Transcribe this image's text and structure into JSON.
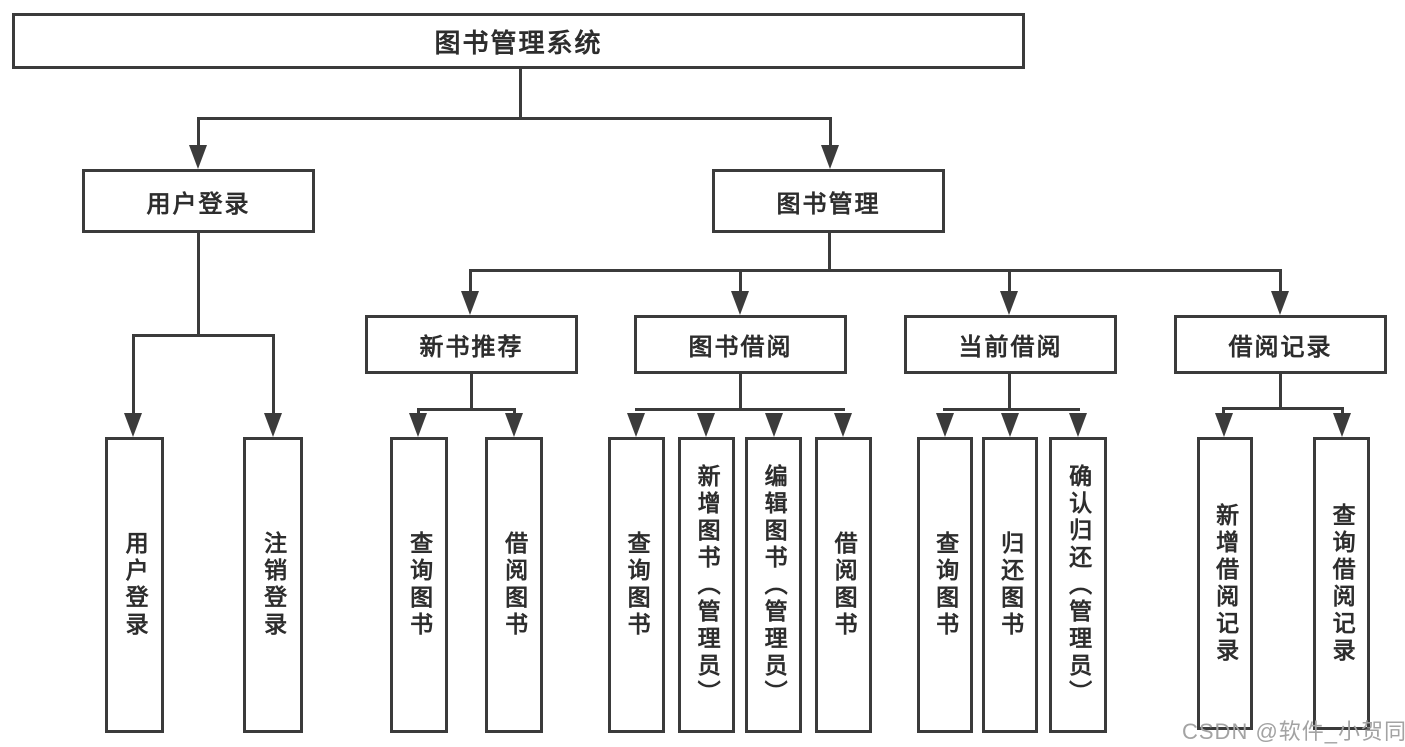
{
  "diagram": {
    "type": "hierarchy-tree",
    "colors": {
      "line": "#3b3b3b",
      "text": "#2d2d2d",
      "box_background": "#ffffff",
      "page_background": "#ffffff",
      "watermark": "#a3a3a3"
    },
    "watermark": "CSDN @软件_小贺同学",
    "tree": {
      "label": "图书管理系统",
      "children": [
        {
          "label": "用户登录",
          "children": [
            {
              "label": "用户登录"
            },
            {
              "label": "注销登录"
            }
          ]
        },
        {
          "label": "图书管理",
          "children": [
            {
              "label": "新书推荐",
              "children": [
                {
                  "label": "查询图书"
                },
                {
                  "label": "借阅图书"
                }
              ]
            },
            {
              "label": "图书借阅",
              "children": [
                {
                  "label": "查询图书"
                },
                {
                  "label": "新增图书（管理员）"
                },
                {
                  "label": "编辑图书（管理员）"
                },
                {
                  "label": "借阅图书"
                }
              ]
            },
            {
              "label": "当前借阅",
              "children": [
                {
                  "label": "查询图书"
                },
                {
                  "label": "归还图书"
                },
                {
                  "label": "确认归还（管理员）"
                }
              ]
            },
            {
              "label": "借阅记录",
              "children": [
                {
                  "label": "新增借阅记录"
                },
                {
                  "label": "查询借阅记录"
                }
              ]
            }
          ]
        }
      ]
    }
  }
}
